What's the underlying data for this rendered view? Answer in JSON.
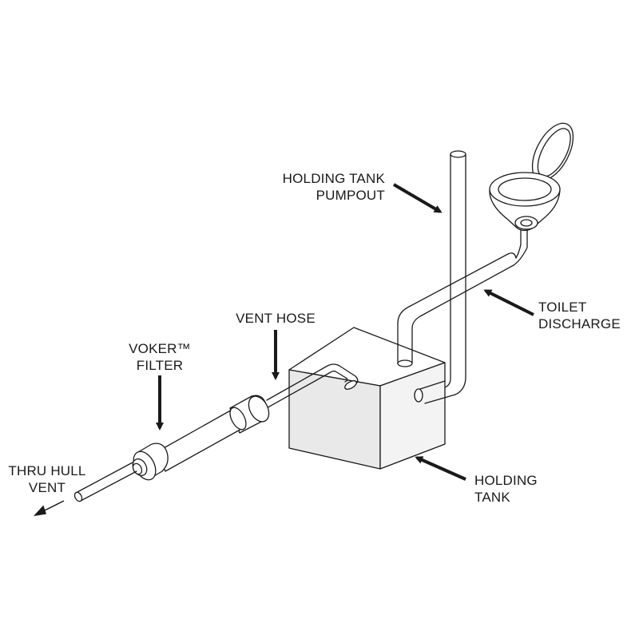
{
  "labels": {
    "pumpout": {
      "line1": "HOLDING TANK",
      "line2": "PUMPOUT"
    },
    "toilet_discharge": {
      "line1": "TOILET",
      "line2": "DISCHARGE"
    },
    "vent_hose": {
      "line1": "VENT HOSE"
    },
    "filter": {
      "line1": "VOKER™",
      "line2": "FILTER"
    },
    "thru_hull": {
      "line1": "THRU HULL",
      "line2": "VENT"
    },
    "holding_tank": {
      "line1": "HOLDING",
      "line2": "TANK"
    }
  },
  "colors": {
    "stroke": "#1a1a1a",
    "tank_front": "#e9e9e9",
    "tank_side": "#f3f3f3",
    "tank_top": "#ffffff"
  }
}
